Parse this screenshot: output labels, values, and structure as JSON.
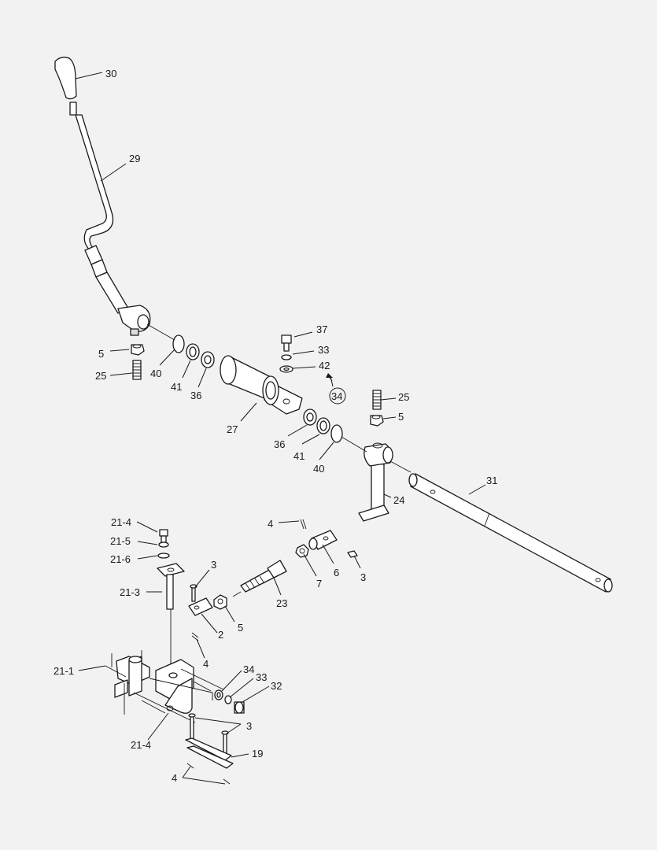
{
  "callouts": {
    "c30": "30",
    "c29": "29",
    "c5a": "5",
    "c25a": "25",
    "c40a": "40",
    "c41a": "41",
    "c36a": "36",
    "c37": "37",
    "c33a": "33",
    "c42": "42",
    "c34circle": "34",
    "c25b": "25",
    "c5b": "5",
    "c27": "27",
    "c36b": "36",
    "c41b": "41",
    "c40b": "40",
    "c31": "31",
    "c24": "24",
    "c4a": "4",
    "c6": "6",
    "c7": "7",
    "c3a": "3",
    "c23": "23",
    "c21_4a": "21-4",
    "c21_5": "21-5",
    "c21_6": "21-6",
    "c3b": "3",
    "c21_3": "21-3",
    "c2": "2",
    "c5c": "5",
    "c4b": "4",
    "c21_1": "21-1",
    "c34": "34",
    "c33b": "33",
    "c32": "32",
    "c3c": "3",
    "c21_4b": "21-4",
    "c19": "19",
    "c4c": "4"
  }
}
